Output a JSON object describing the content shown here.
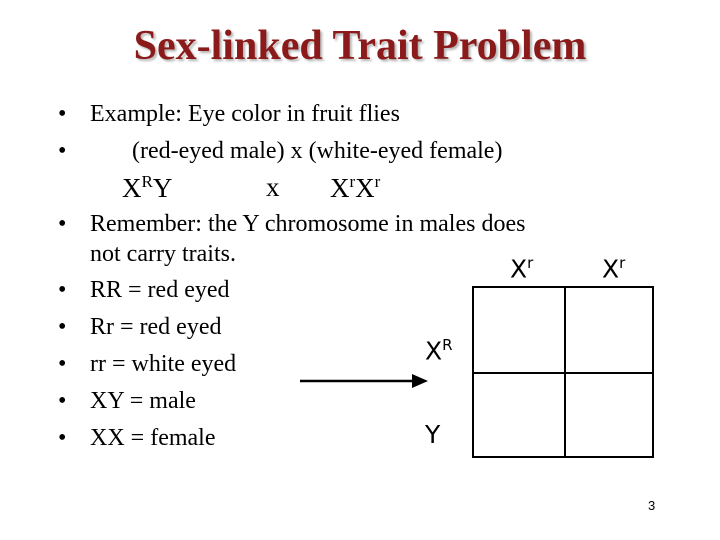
{
  "slide": {
    "title": "Sex-linked Trait Problem",
    "bullets": [
      {
        "symbol": "•",
        "text": "Example: Eye color in fruit flies"
      },
      {
        "symbol": "•",
        "text": "(red-eyed male) x (white-eyed female)"
      },
      {
        "symbol": "•",
        "text": "Remember:  the Y chromosome in males does"
      },
      {
        "symbol": "",
        "text": "not carry traits."
      },
      {
        "symbol": "•",
        "text": "RR = red eyed"
      },
      {
        "symbol": "•",
        "text": "Rr  = red eyed"
      },
      {
        "symbol": "•",
        "text": "rr  = white eyed"
      },
      {
        "symbol": "•",
        "text": "XY  = male"
      },
      {
        "symbol": "•",
        "text": "XX = female"
      }
    ],
    "cross": {
      "male": {
        "base": "X",
        "sup": "R",
        "tail": "Y"
      },
      "operator": "x",
      "female": {
        "base1": "X",
        "sup1": "r",
        "base2": "X",
        "sup2": "r"
      }
    },
    "punnett": {
      "col_labels": [
        {
          "base": "X",
          "sup": "r"
        },
        {
          "base": "X",
          "sup": "r"
        }
      ],
      "row_labels": [
        {
          "base": "X",
          "sup": "R"
        },
        {
          "base": "Y",
          "sup": ""
        }
      ]
    },
    "page_number": "3"
  }
}
